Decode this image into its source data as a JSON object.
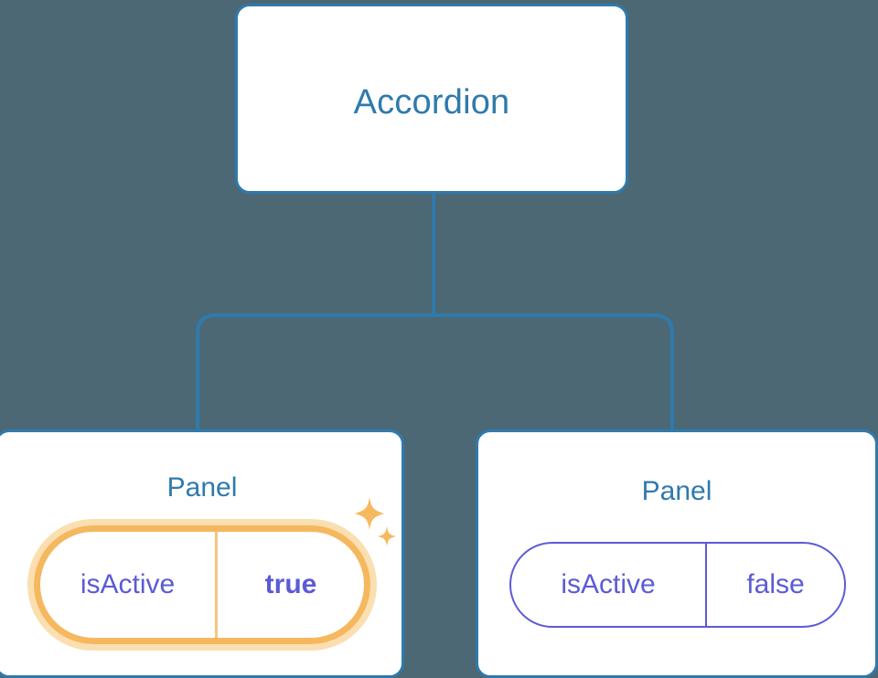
{
  "diagram": {
    "type": "component-tree",
    "background_color": "#4c6874",
    "node_border_color": "#2f7aad",
    "title_color": "#2f7aad",
    "prop_text_color": "#5b5bd6",
    "highlight_color": "#f5b85f",
    "highlight_glow_color": "#fbdfb0",
    "root": {
      "title": "Accordion"
    },
    "children": [
      {
        "title": "Panel",
        "highlighted": true,
        "prop": {
          "key": "isActive",
          "value": "true"
        },
        "sparkle_large": "sparkle-icon",
        "sparkle_small": "sparkle-icon"
      },
      {
        "title": "Panel",
        "highlighted": false,
        "prop": {
          "key": "isActive",
          "value": "false"
        }
      }
    ]
  }
}
